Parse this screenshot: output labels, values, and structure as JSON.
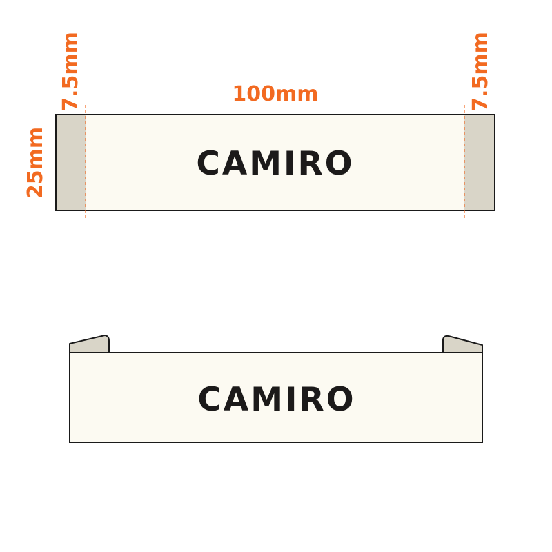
{
  "flat_label": {
    "brand": "CAMIRO",
    "width_dimension": "100mm",
    "left_fold_dimension": "7.5mm",
    "right_fold_dimension": "7.5mm",
    "height_dimension": "25mm"
  },
  "folded_label": {
    "brand": "CAMIRO"
  },
  "colors": {
    "dimension": "#f26a21",
    "label_fill": "#fcfaf2",
    "fold_fill": "#d9d5c8",
    "outline": "#1a1a1a",
    "brand_text": "#1c1a1a"
  }
}
